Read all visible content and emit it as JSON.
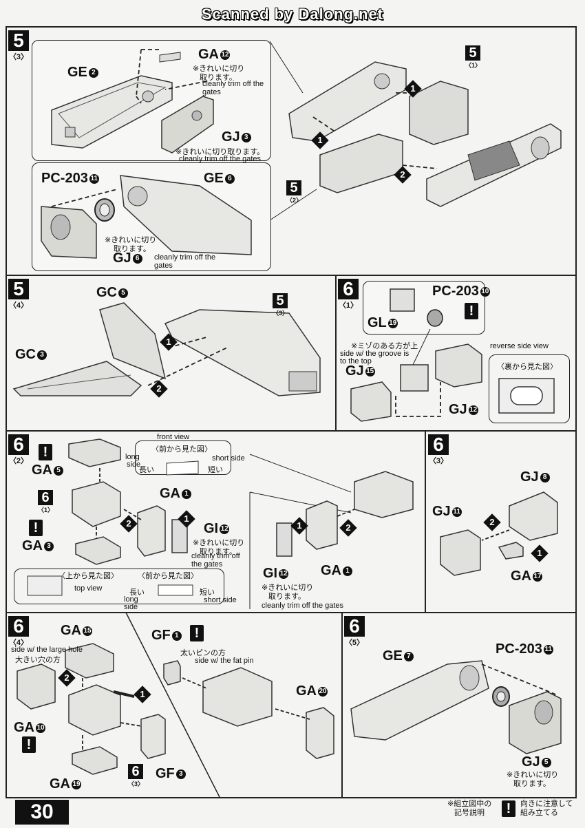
{
  "header": "Scanned by Dalong.net",
  "page_number": "30",
  "common": {
    "trim_jp": "※きれいに切り取ります。",
    "trim_en": "cleanly trim off the gates",
    "warn_mark": "!"
  },
  "s1": {
    "step": "5",
    "sub": "〈3〉",
    "GA": "GA",
    "GA_n": "12",
    "GE": "GE",
    "GE_n": "2",
    "GJ": "GJ",
    "GJ_n": "3",
    "PC": "PC-203",
    "PC_n": "11",
    "GE2": "GE",
    "GE2_n": "6",
    "GJ2": "GJ",
    "GJ2_n": "6",
    "trim_jp_a": "※きれいに切り",
    "trim_jp_b": "取ります。",
    "r_step1": "5",
    "r_sub1": "〈1〉",
    "r_step2": "5",
    "r_sub2": "〈2〉",
    "o1": "1",
    "o2": "1",
    "o3": "2"
  },
  "s2": {
    "step": "5",
    "sub": "〈4〉",
    "GC1": "GC",
    "GC1_n": "5",
    "GC2": "GC",
    "GC2_n": "3",
    "r_step": "5",
    "r_sub": "〈3〉",
    "o1": "1",
    "o2": "2"
  },
  "s3": {
    "step": "6",
    "sub": "〈1〉",
    "PC": "PC-203",
    "PC_n": "10",
    "GL": "GL",
    "GL_n": "19",
    "groove_jp": "※ミゾのある方が上",
    "groove_en1": "side w/ the groove is",
    "groove_en2": "to the top",
    "GJ1": "GJ",
    "GJ1_n": "15",
    "GJ2": "GJ",
    "GJ2_n": "12",
    "reverse_en": "reverse side view",
    "reverse_jp": "〈裏から見た図〉"
  },
  "s4": {
    "step": "6",
    "sub": "〈2〉",
    "front_en": "front view",
    "front_jp": "〈前から見た図〉",
    "long_en": "long",
    "side_en": "side",
    "long_jp": "長い",
    "short_jp": "短い",
    "short_en": "short side",
    "GA5": "GA",
    "GA5_n": "5",
    "GA3": "GA",
    "GA3_n": "3",
    "GA1": "GA",
    "GA1_n": "1",
    "GI": "GI",
    "GI_n": "12",
    "ref_step": "6",
    "ref_sub": "〈1〉",
    "top_jp": "〈上から見た図〉",
    "front_jp2": "〈前から見た図〉",
    "top_en": "top view",
    "long_jp2": "長い",
    "long_en2": "long",
    "side_en2": "side",
    "short_jp2": "短い",
    "short_en2": "short side",
    "GI_b": "GI",
    "GI_b_n": "12",
    "GA1_b": "GA",
    "GA1_b_n": "1",
    "o1": "1",
    "o2": "2",
    "o3": "1",
    "o4": "2"
  },
  "s5": {
    "step": "6",
    "sub": "〈3〉",
    "GJ8": "GJ",
    "GJ8_n": "8",
    "GJ11": "GJ",
    "GJ11_n": "11",
    "GA17": "GA",
    "GA17_n": "17",
    "o1": "2",
    "o2": "1"
  },
  "s6": {
    "step": "6",
    "sub": "〈4〉",
    "GA15": "GA",
    "GA15_n": "15",
    "large_en": "side w/ the large hole",
    "large_jp": "大きい穴の方",
    "GA10": "GA",
    "GA10_n": "10",
    "GA19": "GA",
    "GA19_n": "19",
    "ref_step": "6",
    "ref_sub": "〈3〉",
    "GF3": "GF",
    "GF3_n": "3",
    "GF1": "GF",
    "GF1_n": "1",
    "pin_jp": "太いピンの方",
    "pin_en": "side w/ the fat pin",
    "GA20": "GA",
    "GA20_n": "20",
    "o1": "2",
    "o2": "1"
  },
  "s7": {
    "step": "6",
    "sub": "〈5〉",
    "GE": "GE",
    "GE_n": "7",
    "PC": "PC-203",
    "PC_n": "11",
    "GJ": "GJ",
    "GJ_n": "5",
    "trim_jp_a": "※きれいに切り",
    "trim_jp_b": "取ります。"
  },
  "legend": {
    "l1": "※組立図中の",
    "l2": "記号説明",
    "l3": "向きに注意して",
    "l4": "組み立てる"
  }
}
